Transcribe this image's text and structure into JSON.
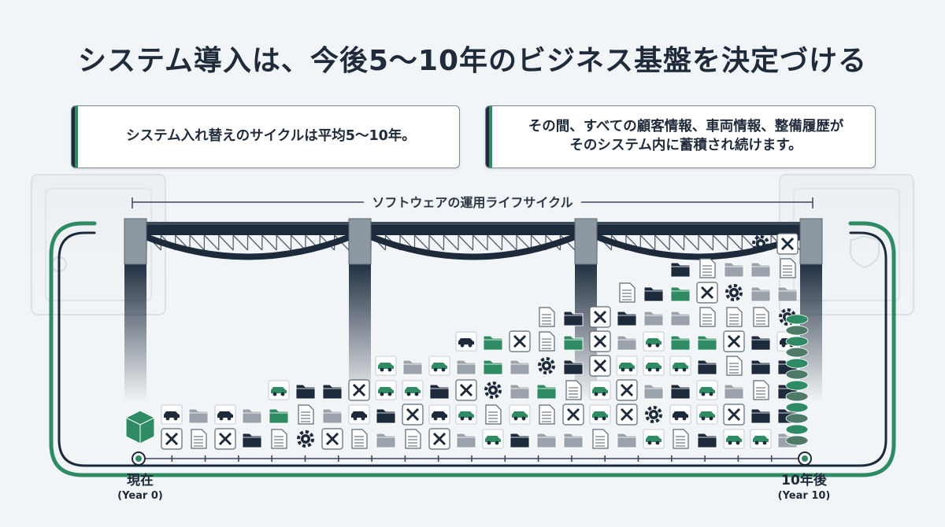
{
  "title": "システム導入は、今後5〜10年のビジネス基盤を決定づける",
  "cards": {
    "left": "システム入れ替えのサイクルは平均5〜10年。",
    "right_line1": "その間、すべての顧客情報、車両情報、整備履歴が",
    "right_line2": "そのシステム内に蓄積され続けます。"
  },
  "lifecycle_label": "ソフトウェアの運用ライフサイクル",
  "timeline": {
    "start_label": "現在",
    "start_sub": "(Year 0)",
    "end_label": "10年後",
    "end_sub": "(Year 10)"
  },
  "colors": {
    "navy": "#1c2a3c",
    "green": "#2e8b63",
    "gray": "#8a949e",
    "background": "#f2f5f7"
  },
  "icon_types": [
    "server-icon",
    "folder-icon",
    "document-icon",
    "car-icon",
    "tools-icon",
    "gear-icon"
  ]
}
